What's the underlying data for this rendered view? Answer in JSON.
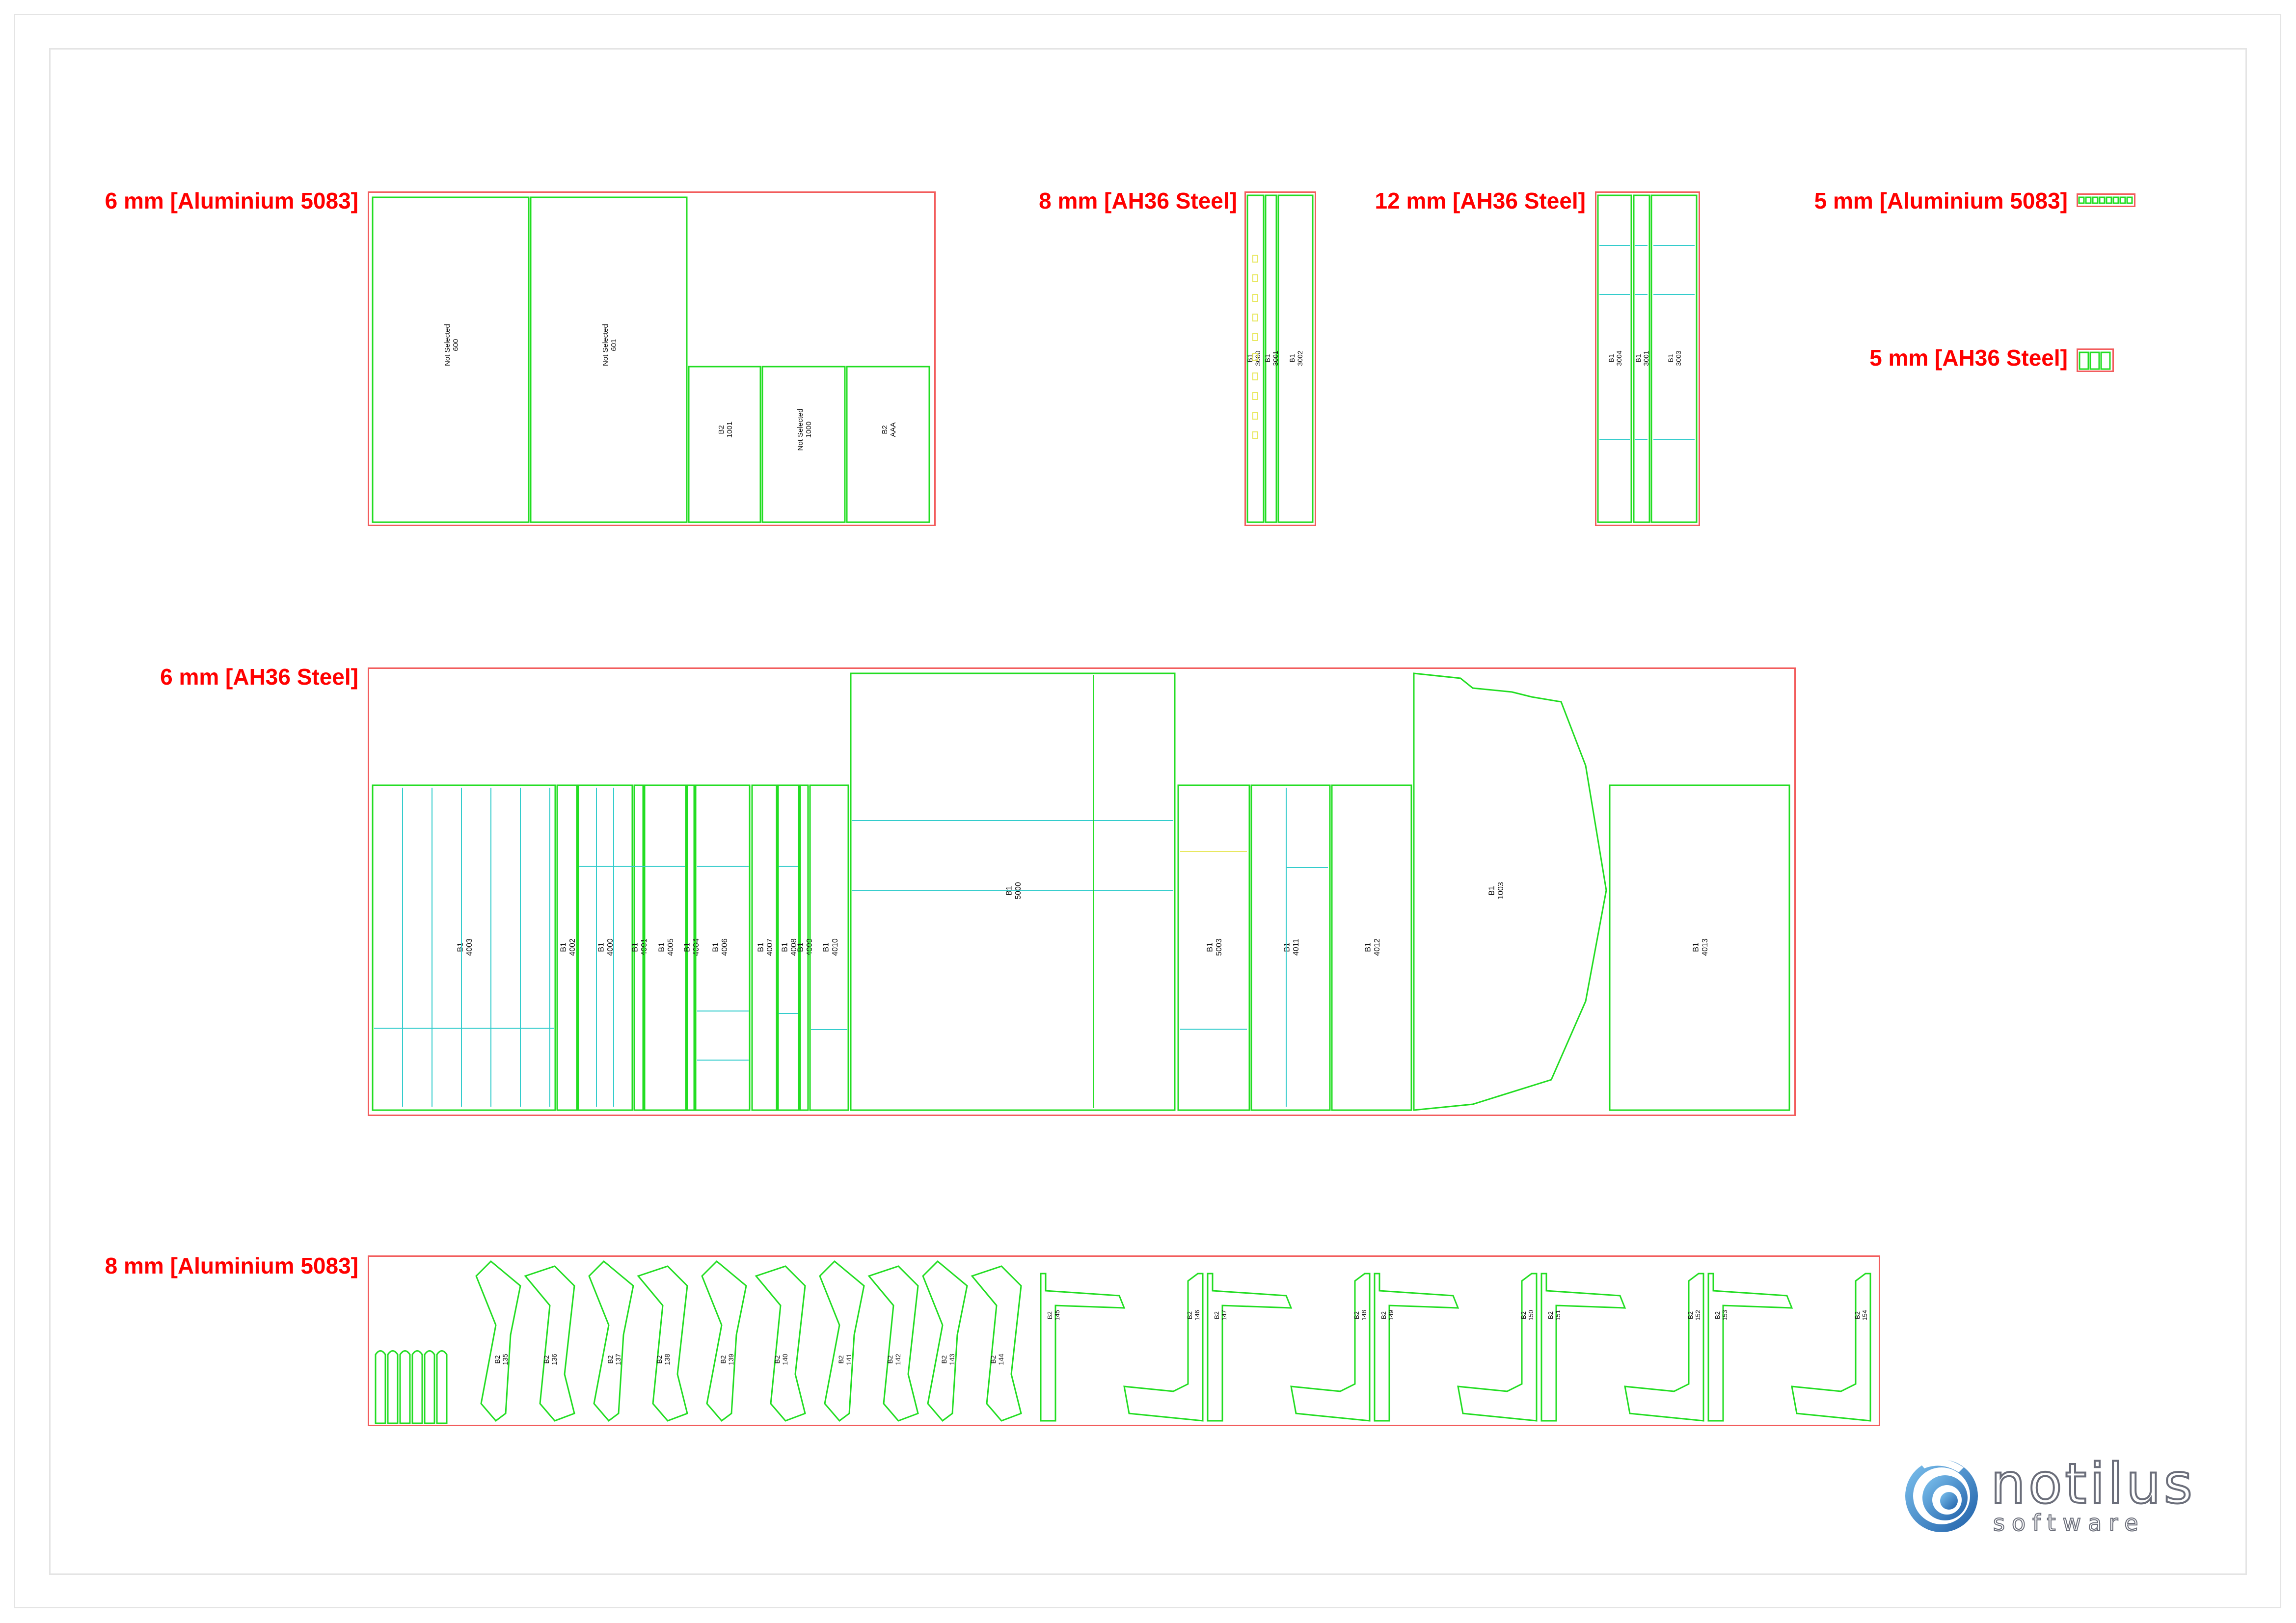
{
  "sheet_labels": {
    "alu6": "6 mm [Aluminium 5083]",
    "ah8": "8 mm [AH36 Steel]",
    "ah12": "12 mm [AH36 Steel]",
    "alu5": "5 mm [Aluminium 5083]",
    "ah5": "5 mm [AH36 Steel]",
    "ah6": "6 mm [AH36 Steel]",
    "alu8": "8 mm [Aluminium 5083]"
  },
  "parts": {
    "alu6": [
      {
        "line1": "Not Selected",
        "line2": "600"
      },
      {
        "line1": "Not Selected",
        "line2": "601"
      },
      {
        "line1": "B2",
        "line2": "1001"
      },
      {
        "line1": "Not Selected",
        "line2": "1000"
      },
      {
        "line1": "B2",
        "line2": "AAA"
      }
    ],
    "ah8": [
      {
        "line1": "B1",
        "line2": "3000"
      },
      {
        "line1": "B1",
        "line2": "3001"
      },
      {
        "line1": "B1",
        "line2": "3002"
      }
    ],
    "ah12": [
      {
        "line1": "B1",
        "line2": "3004"
      },
      {
        "line1": "B1",
        "line2": "3001"
      },
      {
        "line1": "B1",
        "line2": "3003"
      }
    ],
    "ah6": [
      {
        "line1": "B1",
        "line2": "4003"
      },
      {
        "line1": "B1",
        "line2": "4002"
      },
      {
        "line1": "B1",
        "line2": "4000"
      },
      {
        "line1": "B1",
        "line2": "4001"
      },
      {
        "line1": "B1",
        "line2": "4005"
      },
      {
        "line1": "B1",
        "line2": "4004"
      },
      {
        "line1": "B1",
        "line2": "4006"
      },
      {
        "line1": "B1",
        "line2": "4007"
      },
      {
        "line1": "B1",
        "line2": "4008"
      },
      {
        "line1": "B1",
        "line2": "4009"
      },
      {
        "line1": "B1",
        "line2": "4010"
      },
      {
        "line1": "B1",
        "line2": "5000"
      },
      {
        "line1": "B1",
        "line2": "5003"
      },
      {
        "line1": "B1",
        "line2": "4011"
      },
      {
        "line1": "B1",
        "line2": "4012"
      },
      {
        "line1": "B1",
        "line2": "1003"
      },
      {
        "line1": "B1",
        "line2": "4013"
      }
    ],
    "alu8": [
      {
        "line1": "B2",
        "line2": "135"
      },
      {
        "line1": "B2",
        "line2": "136"
      },
      {
        "line1": "B2",
        "line2": "137"
      },
      {
        "line1": "B2",
        "line2": "138"
      },
      {
        "line1": "B2",
        "line2": "139"
      },
      {
        "line1": "B2",
        "line2": "140"
      },
      {
        "line1": "B2",
        "line2": "141"
      },
      {
        "line1": "B2",
        "line2": "142"
      },
      {
        "line1": "B2",
        "line2": "143"
      },
      {
        "line1": "B2",
        "line2": "144"
      },
      {
        "line1": "B2",
        "line2": "145"
      },
      {
        "line1": "B2",
        "line2": "146"
      },
      {
        "line1": "B2",
        "line2": "147"
      },
      {
        "line1": "B2",
        "line2": "148"
      },
      {
        "line1": "B2",
        "line2": "149"
      },
      {
        "line1": "B2",
        "line2": "150"
      },
      {
        "line1": "B2",
        "line2": "151"
      },
      {
        "line1": "B2",
        "line2": "152"
      },
      {
        "line1": "B2",
        "line2": "153"
      },
      {
        "line1": "B2",
        "line2": "154"
      }
    ]
  },
  "logo": {
    "name": "notilus",
    "tagline": "software"
  },
  "colors": {
    "sheet_outline": "#f25c5c",
    "part_outline": "#22dd22",
    "marking_line": "#33cccc",
    "label": "#ff0000"
  }
}
